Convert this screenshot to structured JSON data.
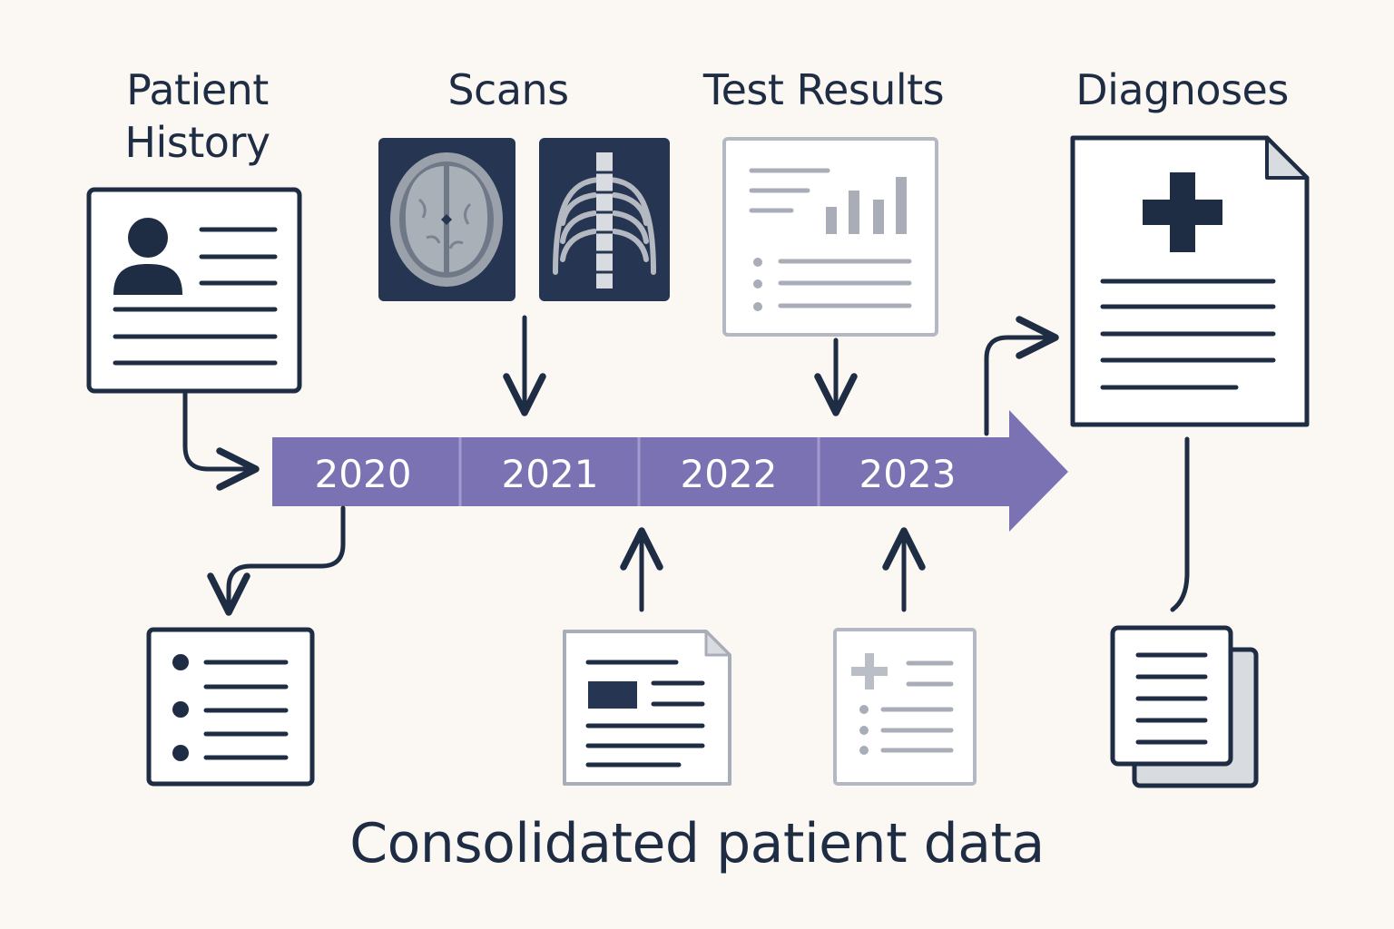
{
  "labels": {
    "patient_history": "Patient History",
    "scans": "Scans",
    "test_results": "Test Results",
    "diagnoses": "Diagnoses"
  },
  "timeline": {
    "years": [
      "2020",
      "2021",
      "2022",
      "2023"
    ]
  },
  "caption": "Consolidated patient data",
  "icons": {
    "patient_history": "patient-profile-icon",
    "scan_brain": "brain-mri-icon",
    "scan_chest": "chest-xray-icon",
    "test_results": "lab-report-chart-icon",
    "diagnoses": "medical-diagnosis-document-icon",
    "bottom_list": "bulleted-list-document-icon",
    "bottom_report": "text-report-icon",
    "bottom_prescription": "medical-notes-icon",
    "bottom_stack": "stacked-documents-icon"
  },
  "colors": {
    "ink": "#1f2d44",
    "timeline": "#7b72b3",
    "muted": "#a8adb8",
    "scan_bg": "#253552",
    "background": "#fbf8f3"
  }
}
